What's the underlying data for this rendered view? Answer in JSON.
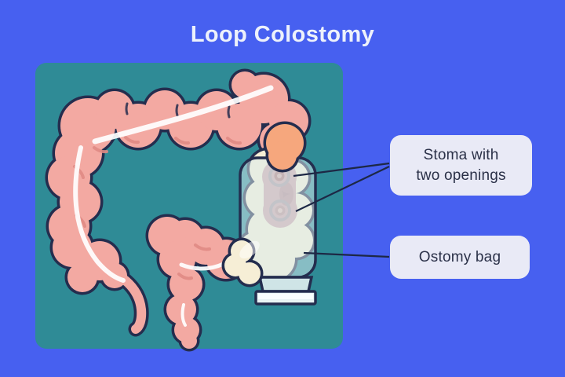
{
  "title": "Loop Colostomy",
  "annotations": {
    "stoma": "Stoma with\ntwo openings",
    "bag": "Ostomy bag"
  },
  "illustration": {
    "alt": "large-intestine-with-loop-colostomy-and-ostomy-bag"
  },
  "colors": {
    "background": "#4760f0",
    "panel": "#2f8b96",
    "outline": "#242d4e",
    "colon_pink": "#f3a9a2",
    "colon_shadow": "#e08a84",
    "colon_orange": "#f6a77d",
    "colon_cream": "#f6eed6",
    "stoma_mauve": "#cda0a5",
    "bag_tint": "#d9ecee",
    "label_bg": "#e9eaf6",
    "label_text": "#2b3148",
    "title_text": "#edf1fb",
    "pointer_line": "#1d2845"
  }
}
